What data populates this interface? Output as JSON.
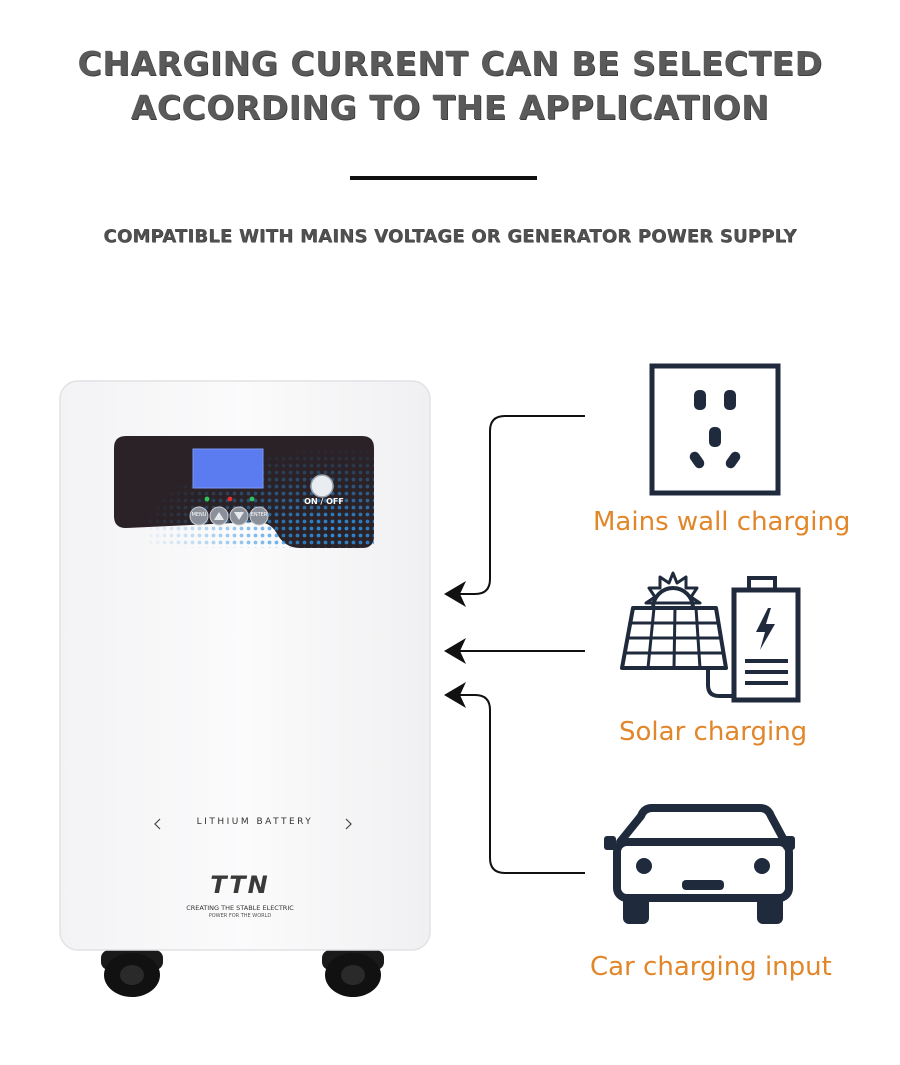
{
  "header": {
    "line1": "CHARGING CURRENT CAN BE SELECTED",
    "line2": "ACCORDING TO THE APPLICATION",
    "subtitle": "COMPATIBLE WITH MAINS VOLTAGE OR GENERATOR POWER SUPPLY"
  },
  "device": {
    "panel": {
      "menu": "MENU",
      "enter": "ENTER",
      "power": "ON / OFF"
    },
    "product_line": "LITHIUM BATTERY",
    "brand": "TTN",
    "slogan": "CREATING THE STABLE ELECTRIC",
    "tagline": "POWER FOR THE WORLD"
  },
  "sources": [
    {
      "label": "Mains wall charging",
      "icon": "wall-socket-icon"
    },
    {
      "label": "Solar charging",
      "icon": "solar-panel-battery-icon"
    },
    {
      "label": "Car charging input",
      "icon": "car-icon"
    }
  ],
  "colors": {
    "label": "#e2862a",
    "icon": "#1f2a3d",
    "screen": "#5a7cf0",
    "panel": "#2a2226",
    "dots": "#2e8fe0"
  }
}
